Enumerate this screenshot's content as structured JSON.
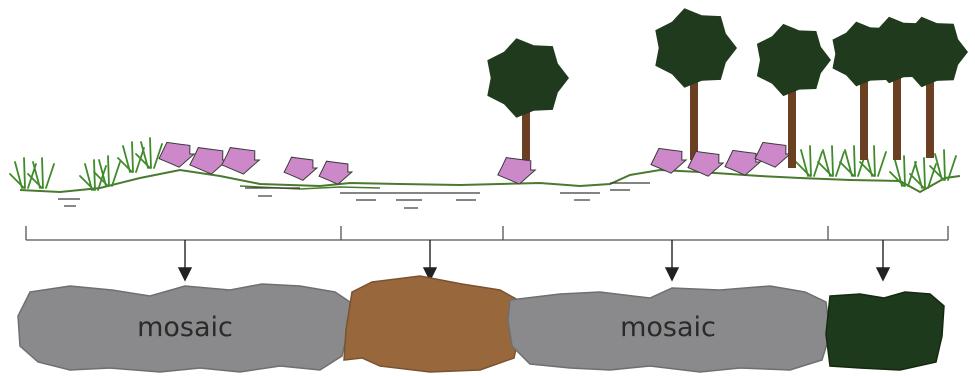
{
  "diagram": {
    "colors": {
      "ground_line": "#4a7a2e",
      "grass": "#3f8a2a",
      "shrub_fill": "#cc88c8",
      "shrub_stroke": "#3a3a3a",
      "tree_crown": "#1f3a1c",
      "tree_trunk": "#6b3f22",
      "water_line": "#3a3a3a",
      "bracket": "#555555",
      "arrow": "#222222"
    },
    "segments": [
      {
        "name": "mosaic-1",
        "label": "mosaic",
        "fill": "#8a8a8c",
        "stroke": "#6f6f72"
      },
      {
        "name": "brown-patch",
        "label": "",
        "fill": "#98683c",
        "stroke": "#7a5230"
      },
      {
        "name": "mosaic-2",
        "label": "mosaic",
        "fill": "#8a8a8c",
        "stroke": "#6f6f72"
      },
      {
        "name": "forest-patch",
        "label": "",
        "fill": "#1e3a1c",
        "stroke": "#15290f"
      }
    ]
  }
}
